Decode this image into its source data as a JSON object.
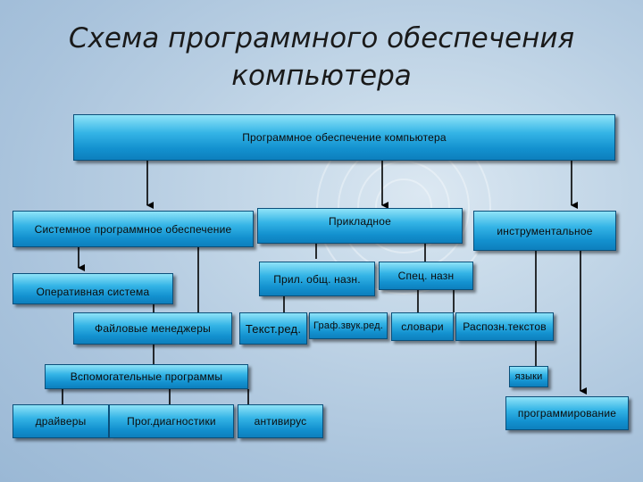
{
  "title": {
    "line1": "Схема программного обеспечения",
    "line2": "компьютера"
  },
  "nodes": {
    "root": "Программное обеспечение компьютера",
    "system_sw": "Системное программное обеспечение",
    "applied": "Прикладное",
    "instrumental": "инструментальное",
    "os": "Оперативная система",
    "general_purpose": "Прил. общ. назн.",
    "special_purpose": "Спец. назн",
    "file_managers": "Файловые менеджеры",
    "text_editors": "Текст.ред.",
    "graph_sound_editors": "Граф.звук.ред.",
    "dictionaries": "словари",
    "text_recognition": "Распозн.текстов",
    "utilities": "Вспомогательные программы",
    "languages": "языки",
    "drivers": "драйверы",
    "diagnostics": "Прог.диагностики",
    "antivirus": "антивирус",
    "programming": "программирование"
  }
}
